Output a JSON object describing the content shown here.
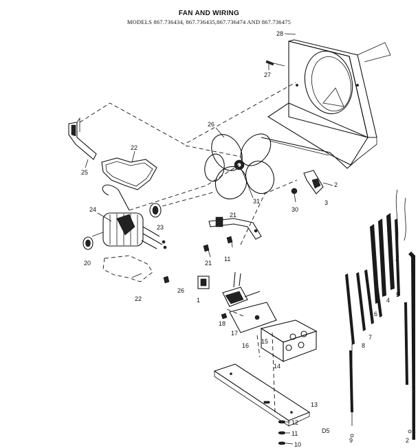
{
  "header": {
    "title": "FAN AND WIRING",
    "subtitle": "MODELS 867.736434, 867.736435,867.736474 AND 867.736475"
  },
  "page_code": "D5",
  "callouts": [
    {
      "id": "c28",
      "label": "28"
    },
    {
      "id": "c27",
      "label": "27"
    },
    {
      "id": "c26",
      "label": "26"
    },
    {
      "id": "c25",
      "label": "25"
    },
    {
      "id": "c22a",
      "label": "22"
    },
    {
      "id": "c31",
      "label": "31"
    },
    {
      "id": "c2",
      "label": "2"
    },
    {
      "id": "c3",
      "label": "3"
    },
    {
      "id": "c30",
      "label": "30"
    },
    {
      "id": "c24",
      "label": "24"
    },
    {
      "id": "c23",
      "label": "23"
    },
    {
      "id": "c20",
      "label": "20"
    },
    {
      "id": "c21a",
      "label": "21"
    },
    {
      "id": "c21b",
      "label": "21"
    },
    {
      "id": "c11a",
      "label": "11"
    },
    {
      "id": "c22b",
      "label": "22"
    },
    {
      "id": "c26b",
      "label": "26"
    },
    {
      "id": "c1",
      "label": "1"
    },
    {
      "id": "c18",
      "label": "18"
    },
    {
      "id": "c17",
      "label": "17"
    },
    {
      "id": "c16",
      "label": "16"
    },
    {
      "id": "c15",
      "label": "15"
    },
    {
      "id": "c14",
      "label": "14"
    },
    {
      "id": "c13",
      "label": "13"
    },
    {
      "id": "c12",
      "label": "12"
    },
    {
      "id": "c11b",
      "label": "11"
    },
    {
      "id": "c10",
      "label": "10"
    },
    {
      "id": "c4",
      "label": "4"
    },
    {
      "id": "c5",
      "label": "5"
    },
    {
      "id": "c6",
      "label": "6"
    },
    {
      "id": "c7",
      "label": "7"
    },
    {
      "id": "c8",
      "label": "8"
    },
    {
      "id": "c9",
      "label": "9"
    },
    {
      "id": "c2b",
      "label": "2"
    }
  ]
}
